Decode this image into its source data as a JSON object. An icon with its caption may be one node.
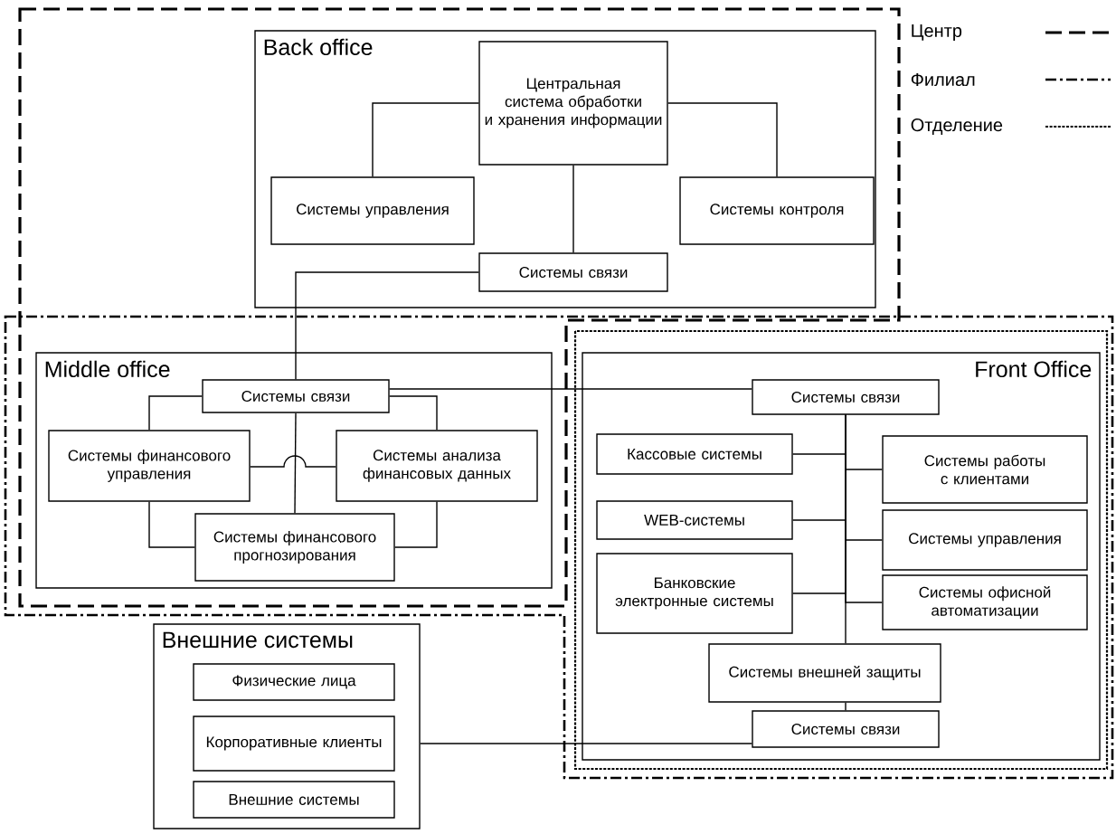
{
  "diagram": {
    "nodes": [
      {
        "text": [
          "Back office"
        ]
      },
      {
        "text": [
          "Центральная система обработки и хранения информации"
        ],
        "in": 0
      },
      {
        "text": [
          "Системы управления"
        ],
        "in": 0
      },
      {
        "text": [
          "Системы контроля"
        ],
        "in": 0
      },
      {
        "text": [
          "Системы связи"
        ],
        "in": 0
      },
      {
        "text": [
          "Middle office"
        ]
      },
      {
        "text": [
          "Системы связи"
        ],
        "in": 5
      },
      {
        "text": [
          "Системы финансового управления"
        ],
        "in": 5
      },
      {
        "text": [
          "Системы анализа финансовых данных"
        ],
        "in": 5
      },
      {
        "text": [
          "Системы финансового прогнозирования"
        ],
        "in": 5
      },
      {
        "text": [
          "Front Office"
        ]
      },
      {
        "text": [
          "Системы связи"
        ],
        "in": 10
      },
      {
        "text": [
          "Кассовые системы"
        ],
        "in": 10
      },
      {
        "text": [
          "Системы работы с клиентами"
        ],
        "in": 10
      },
      {
        "text": [
          "WEB-системы"
        ],
        "in": 10
      },
      {
        "text": [
          "Системы управления"
        ],
        "in": 10
      },
      {
        "text": [
          "Банковские электронные системы"
        ],
        "in": 10
      },
      {
        "text": [
          "Системы офисной автоматизации"
        ],
        "in": 10
      },
      {
        "text": [
          "Системы внешней защиты"
        ],
        "in": 10
      },
      {
        "text": [
          "Системы связи"
        ],
        "in": 10
      },
      {
        "text": [
          "Внешние системы"
        ]
      },
      {
        "text": [
          "Физические лица"
        ],
        "in": 20
      },
      {
        "text": [
          "Корпоративные клиенты"
        ],
        "in": 20
      },
      {
        "text": [
          "Внешние системы"
        ],
        "in": 20
      }
    ],
    "edges": [
      {
        "from": 1,
        "to": 2,
        "arrow": "none"
      },
      {
        "from": 1,
        "to": 3,
        "arrow": "none"
      },
      {
        "from": 1,
        "to": 4,
        "arrow": "none"
      },
      {
        "from": 4,
        "to": 6,
        "arrow": "none"
      },
      {
        "from": 6,
        "to": 7,
        "arrow": "none"
      },
      {
        "from": 6,
        "to": 8,
        "arrow": "none"
      },
      {
        "from": 6,
        "to": 9,
        "arrow": "none"
      },
      {
        "from": 7,
        "to": 8,
        "arrow": "none"
      },
      {
        "from": 7,
        "to": 9,
        "arrow": "none"
      },
      {
        "from": 8,
        "to": 9,
        "arrow": "none"
      },
      {
        "from": 6,
        "to": 11,
        "arrow": "none"
      },
      {
        "from": 11,
        "to": 12,
        "arrow": "none"
      },
      {
        "from": 11,
        "to": 13,
        "arrow": "none"
      },
      {
        "from": 11,
        "to": 14,
        "arrow": "none"
      },
      {
        "from": 11,
        "to": 15,
        "arrow": "none"
      },
      {
        "from": 11,
        "to": 16,
        "arrow": "none"
      },
      {
        "from": 11,
        "to": 17,
        "arrow": "none"
      },
      {
        "from": 11,
        "to": 18,
        "arrow": "none"
      },
      {
        "from": 18,
        "to": 19,
        "arrow": "none"
      },
      {
        "from": 20,
        "to": 19,
        "arrow": "none"
      }
    ],
    "legend": [
      {
        "text": "Центр"
      },
      {
        "text": "Филиал"
      },
      {
        "text": "Отделение"
      }
    ]
  }
}
